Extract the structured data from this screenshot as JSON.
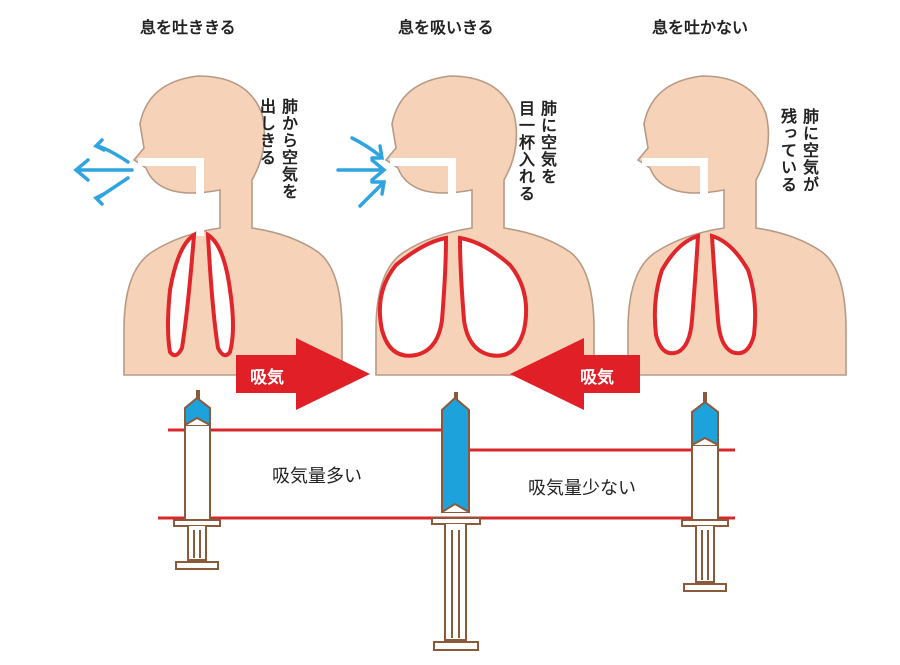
{
  "panels": [
    {
      "title": "息を吐ききる",
      "caption_lines": [
        "肺から空気を",
        "出しきる"
      ]
    },
    {
      "title": "息を吸いきる",
      "caption_lines": [
        "肺に空気を",
        "目一杯入れる"
      ]
    },
    {
      "title": "息を吐かない",
      "caption_lines": [
        "肺に空気が",
        "残っている"
      ]
    }
  ],
  "arrows": {
    "left_label": "吸気",
    "right_label": "吸気"
  },
  "volume_labels": {
    "large": "吸気量多い",
    "small": "吸気量少ない"
  },
  "colors": {
    "body": "#f6d3b8",
    "body_outline": "#b79a86",
    "lung": "#e0262b",
    "breath_arrow": "#2fa4e0",
    "syringe_fluid": "#1ea2db",
    "syringe_outline": "#8a5a3a",
    "inhale_arrow": "#e11f26",
    "level_line": "#d9272e"
  },
  "icons": [
    "exhale-arrows-icon",
    "inhale-arrows-icon",
    "syringe-icon"
  ]
}
